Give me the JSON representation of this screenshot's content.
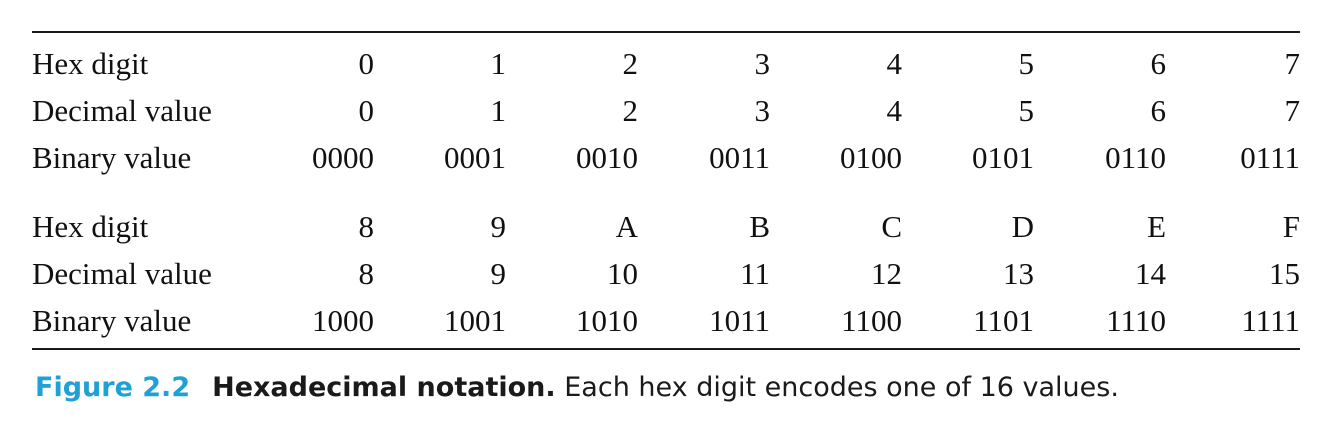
{
  "table": {
    "blocks": [
      {
        "rows": [
          {
            "label": "Hex digit",
            "values": [
              "0",
              "1",
              "2",
              "3",
              "4",
              "5",
              "6",
              "7"
            ]
          },
          {
            "label": "Decimal value",
            "values": [
              "0",
              "1",
              "2",
              "3",
              "4",
              "5",
              "6",
              "7"
            ]
          },
          {
            "label": "Binary value",
            "values": [
              "0000",
              "0001",
              "0010",
              "0011",
              "0100",
              "0101",
              "0110",
              "0111"
            ]
          }
        ]
      },
      {
        "rows": [
          {
            "label": "Hex digit",
            "values": [
              "8",
              "9",
              "A",
              "B",
              "C",
              "D",
              "E",
              "F"
            ]
          },
          {
            "label": "Decimal value",
            "values": [
              "8",
              "9",
              "10",
              "11",
              "12",
              "13",
              "14",
              "15"
            ]
          },
          {
            "label": "Binary value",
            "values": [
              "1000",
              "1001",
              "1010",
              "1011",
              "1100",
              "1101",
              "1110",
              "1111"
            ]
          }
        ]
      }
    ]
  },
  "caption": {
    "figure_number": "Figure 2.2",
    "title": "Hexadecimal notation.",
    "text": "Each hex digit encodes one of 16 values.",
    "accent_color": "#1fa0d6"
  }
}
